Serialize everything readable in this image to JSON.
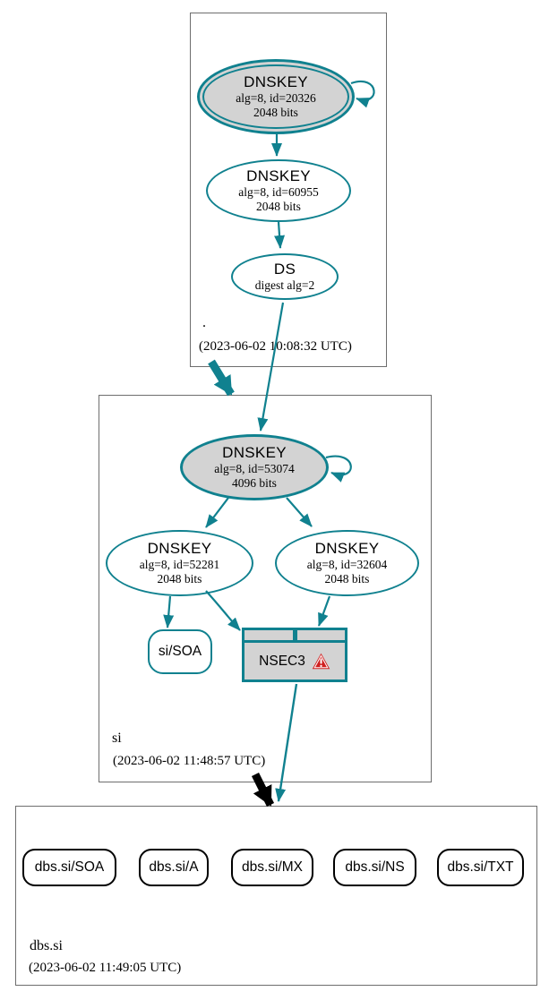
{
  "diagram": {
    "type": "dnssec-authentication-chain-graph",
    "colors": {
      "secure_teal": "#10818f",
      "node_fill_gray": "#d3d3d3",
      "warning_red": "#d02020",
      "insecure_delegation_black": "#000000",
      "zone_border_gray": "#6e6e6e"
    },
    "zones": {
      "root": {
        "label": ".",
        "timestamp": "(2023-06-02 10:08:32 UTC)"
      },
      "si": {
        "label": "si",
        "timestamp": "(2023-06-02 11:48:57 UTC)"
      },
      "dbs_si": {
        "label": "dbs.si",
        "timestamp": "(2023-06-02 11:49:05 UTC)"
      }
    },
    "nodes": {
      "root_ksk": {
        "title": "DNSKEY",
        "detail1": "alg=8, id=20326",
        "detail2": "2048 bits"
      },
      "root_zsk": {
        "title": "DNSKEY",
        "detail1": "alg=8, id=60955",
        "detail2": "2048 bits"
      },
      "root_ds": {
        "title": "DS",
        "detail1": "digest alg=2"
      },
      "si_ksk": {
        "title": "DNSKEY",
        "detail1": "alg=8, id=53074",
        "detail2": "4096 bits"
      },
      "si_zsk_a": {
        "title": "DNSKEY",
        "detail1": "alg=8, id=52281",
        "detail2": "2048 bits"
      },
      "si_zsk_b": {
        "title": "DNSKEY",
        "detail1": "alg=8, id=32604",
        "detail2": "2048 bits"
      },
      "si_soa": {
        "label": "si/SOA"
      },
      "nsec3": {
        "label": "NSEC3",
        "icon": "warning-triangle"
      },
      "dbs_rrsets": [
        {
          "label": "dbs.si/SOA"
        },
        {
          "label": "dbs.si/A"
        },
        {
          "label": "dbs.si/MX"
        },
        {
          "label": "dbs.si/NS"
        },
        {
          "label": "dbs.si/TXT"
        }
      ]
    },
    "edges": [
      {
        "from": "root-ksk",
        "to": "root-ksk",
        "relation": "self-signature",
        "style": "secure"
      },
      {
        "from": "root-ksk",
        "to": "root-zsk",
        "relation": "signature",
        "style": "secure"
      },
      {
        "from": "root-zsk",
        "to": "root-ds",
        "relation": "signature",
        "style": "secure"
      },
      {
        "from": "root-ds",
        "to": "si-ksk",
        "relation": "ds-to-dnskey",
        "style": "secure"
      },
      {
        "from": "zone-root",
        "to": "zone-si",
        "relation": "delegation",
        "style": "secure-thick"
      },
      {
        "from": "si-ksk",
        "to": "si-ksk",
        "relation": "self-signature",
        "style": "secure"
      },
      {
        "from": "si-ksk",
        "to": "si-zsk-a",
        "relation": "signature",
        "style": "secure"
      },
      {
        "from": "si-ksk",
        "to": "si-zsk-b",
        "relation": "signature",
        "style": "secure"
      },
      {
        "from": "si-zsk-a",
        "to": "si-soa",
        "relation": "signature",
        "style": "secure"
      },
      {
        "from": "si-zsk-a",
        "to": "nsec3",
        "relation": "signature",
        "style": "secure"
      },
      {
        "from": "si-zsk-b",
        "to": "nsec3",
        "relation": "signature",
        "style": "secure"
      },
      {
        "from": "nsec3",
        "to": "zone-dbs-si",
        "relation": "negative-proof",
        "style": "secure"
      },
      {
        "from": "zone-si",
        "to": "zone-dbs-si",
        "relation": "delegation",
        "style": "insecure-thick"
      }
    ]
  }
}
